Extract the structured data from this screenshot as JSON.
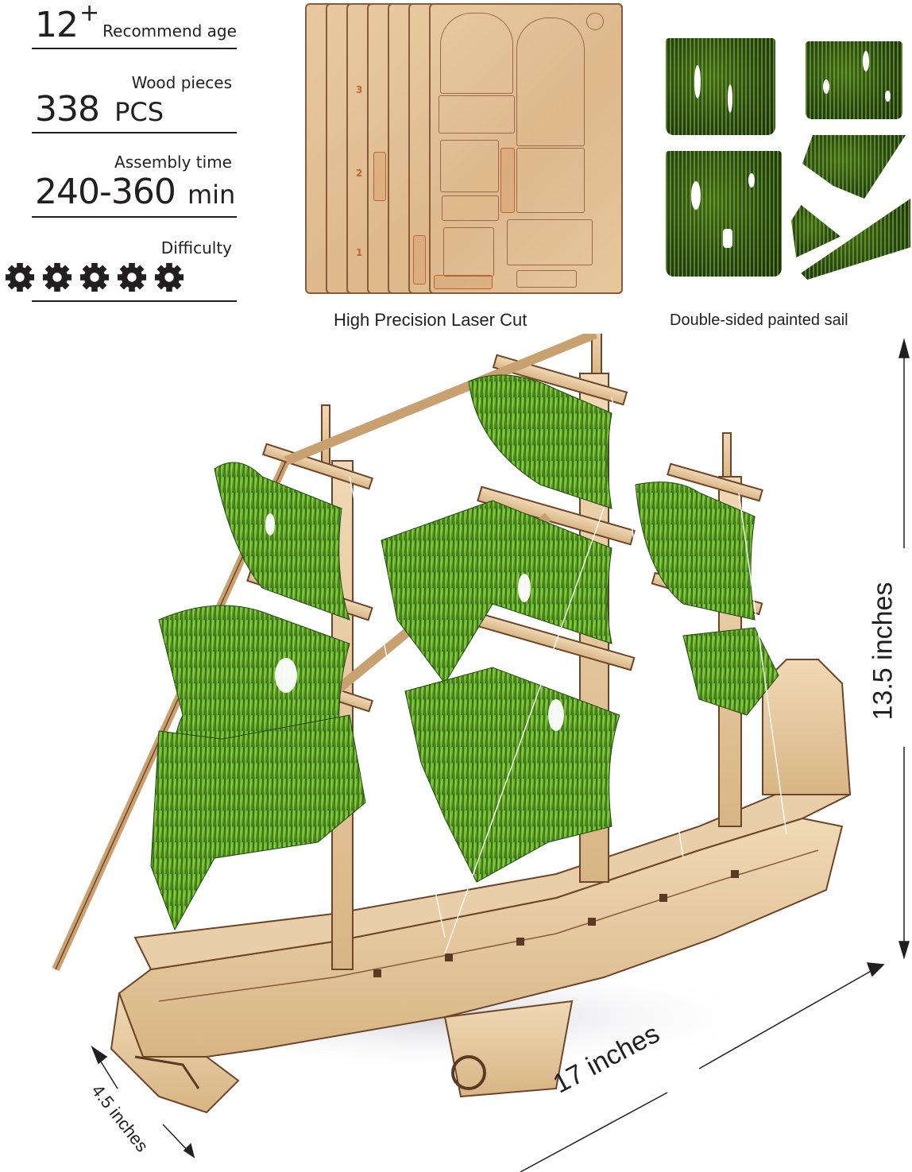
{
  "specs": {
    "age": {
      "value": "12",
      "suffix": "+",
      "label": "Recommend  age"
    },
    "pieces": {
      "label": "Wood pieces",
      "value": "338",
      "unit": "PCS"
    },
    "assembly": {
      "label": "Assembly time",
      "value": "240-360",
      "unit": "min"
    },
    "difficulty": {
      "label": "Difficulty",
      "rating": 5,
      "max": 5,
      "icon": "gear-icon"
    }
  },
  "captions": {
    "laser_cut": "High Precision Laser Cut",
    "sail": "Double-sided painted sail"
  },
  "dimensions": {
    "height": "13.5 inches",
    "length": "17 inches",
    "width": "4.5 inches"
  },
  "colors": {
    "text": "#231f20",
    "wood": "#e3c39a",
    "wood_edge": "#8b5a3c",
    "sail_dark": "#23401a",
    "sail_light": "#7fbf2a",
    "engrave_orange": "#c4622d"
  },
  "sheet_numbers": [
    "3",
    "2",
    "1"
  ]
}
